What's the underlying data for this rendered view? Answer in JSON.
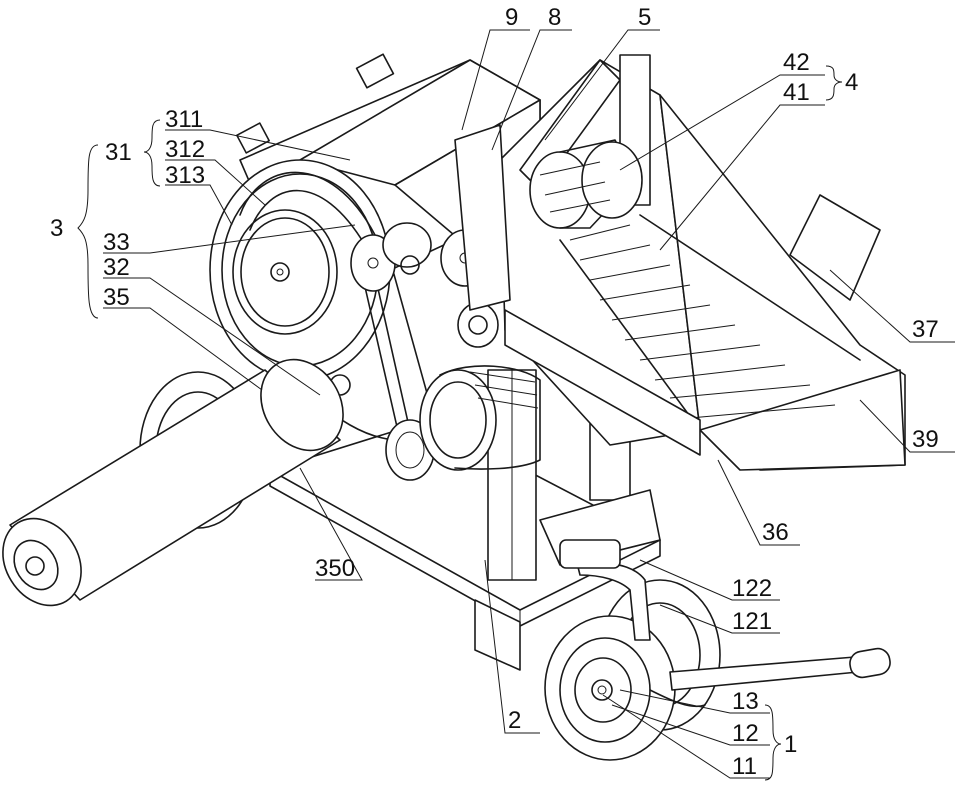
{
  "labels": {
    "l9": "9",
    "l8": "8",
    "l5": "5",
    "l42": "42",
    "l41": "41",
    "l4": "4",
    "l311": "311",
    "l312": "312",
    "l313": "313",
    "l31": "31",
    "l3": "3",
    "l33": "33",
    "l32": "32",
    "l35": "35",
    "l37": "37",
    "l39": "39",
    "l36": "36",
    "l350": "350",
    "l122": "122",
    "l121": "121",
    "l2": "2",
    "l13": "13",
    "l12": "12",
    "l11": "11",
    "l1": "1"
  }
}
